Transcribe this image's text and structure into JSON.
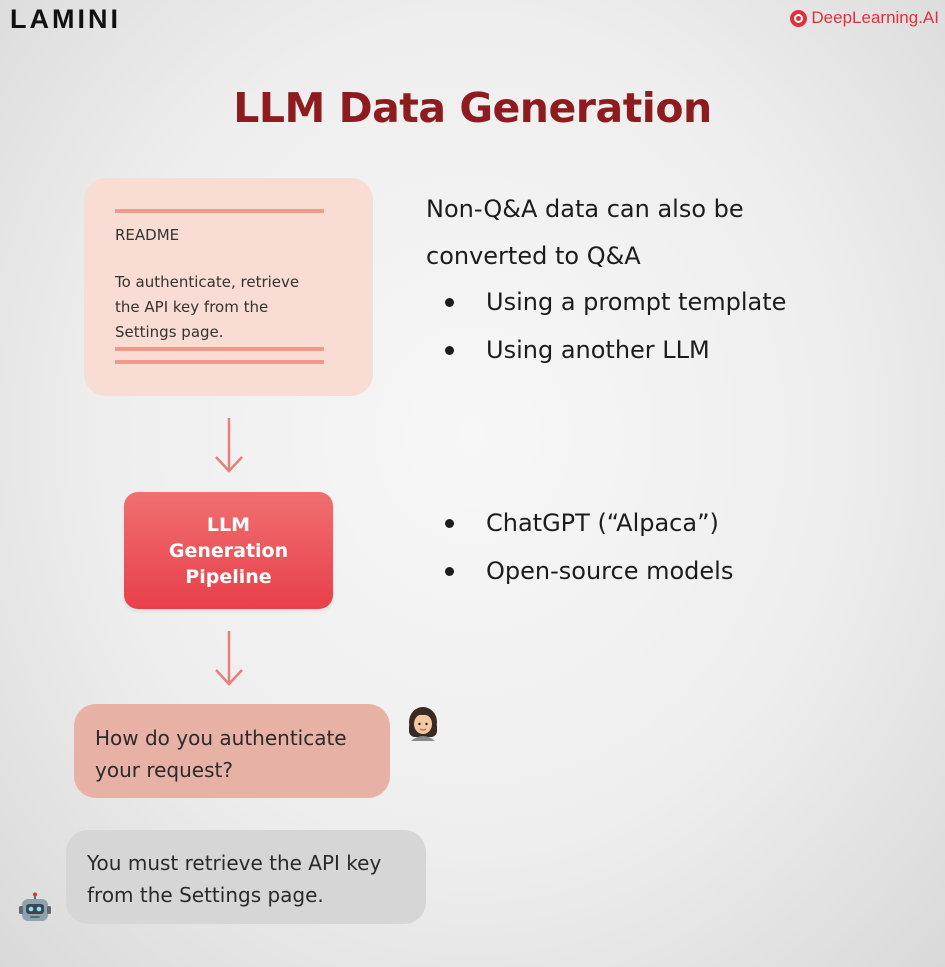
{
  "brand": {
    "left_logo": "LAMINI",
    "right_logo": "DeepLearning.AI",
    "accent": "#e0313a"
  },
  "slide": {
    "title": "LLM Data Generation",
    "title_color": "#8e1c1e"
  },
  "readme": {
    "heading": "README",
    "body_lines": [
      "To authenticate, retrieve",
      "the API key from the",
      "Settings page."
    ]
  },
  "pipeline": {
    "lines": [
      "LLM",
      "Generation",
      "Pipeline"
    ],
    "color": "#e8404a"
  },
  "right": {
    "intro_lines": [
      "Non-Q&A data can also be",
      "converted to Q&A"
    ],
    "methods": [
      "Using a prompt template",
      "Using another LLM"
    ],
    "models": [
      "ChatGPT (“Alpaca”)",
      "Open-source models"
    ]
  },
  "chat": {
    "user_lines": [
      "How do you authenticate",
      "your request?"
    ],
    "bot_lines": [
      "You must retrieve the API key",
      "from the Settings page."
    ],
    "user_icon": "woman-avatar-icon",
    "bot_icon": "robot-icon"
  }
}
